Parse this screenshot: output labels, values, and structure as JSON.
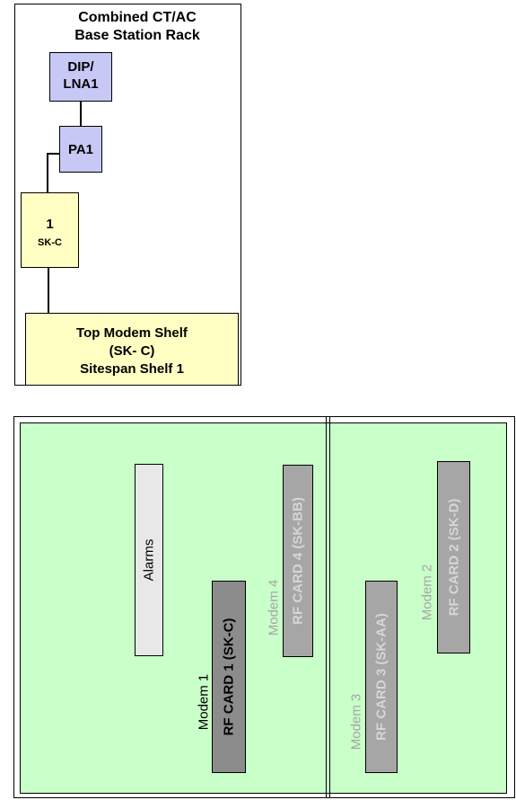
{
  "rack": {
    "title": "Combined CT/AC\nBase Station Rack",
    "dip": "DIP/\nLNA1",
    "pa": "PA1",
    "sk_number": "1",
    "sk_code": "SK-C",
    "shelf": "Top Modem Shelf\n(SK- C)\nSitespan Shelf 1"
  },
  "shelf": {
    "alarms": "Alarms",
    "modem1": "Modem 1",
    "card1": "RF CARD 1 (SK-C)",
    "modem4": "Modem 4",
    "card4": "RF CARD 4 (SK-BB)",
    "modem3": "Modem 3",
    "card3": "RF CARD 3 (SK-AA)",
    "modem2": "Modem 2",
    "card2": "RF CARD 2 (SK-D)"
  },
  "colors": {
    "node_blue": "#c8c8f6",
    "node_yellow": "#ffffc3",
    "shelf_green": "#c9ffc9",
    "card_grey": "#a6a6a6",
    "card_dark": "#8c8c8c",
    "alarm_light": "#e8e8e8"
  }
}
